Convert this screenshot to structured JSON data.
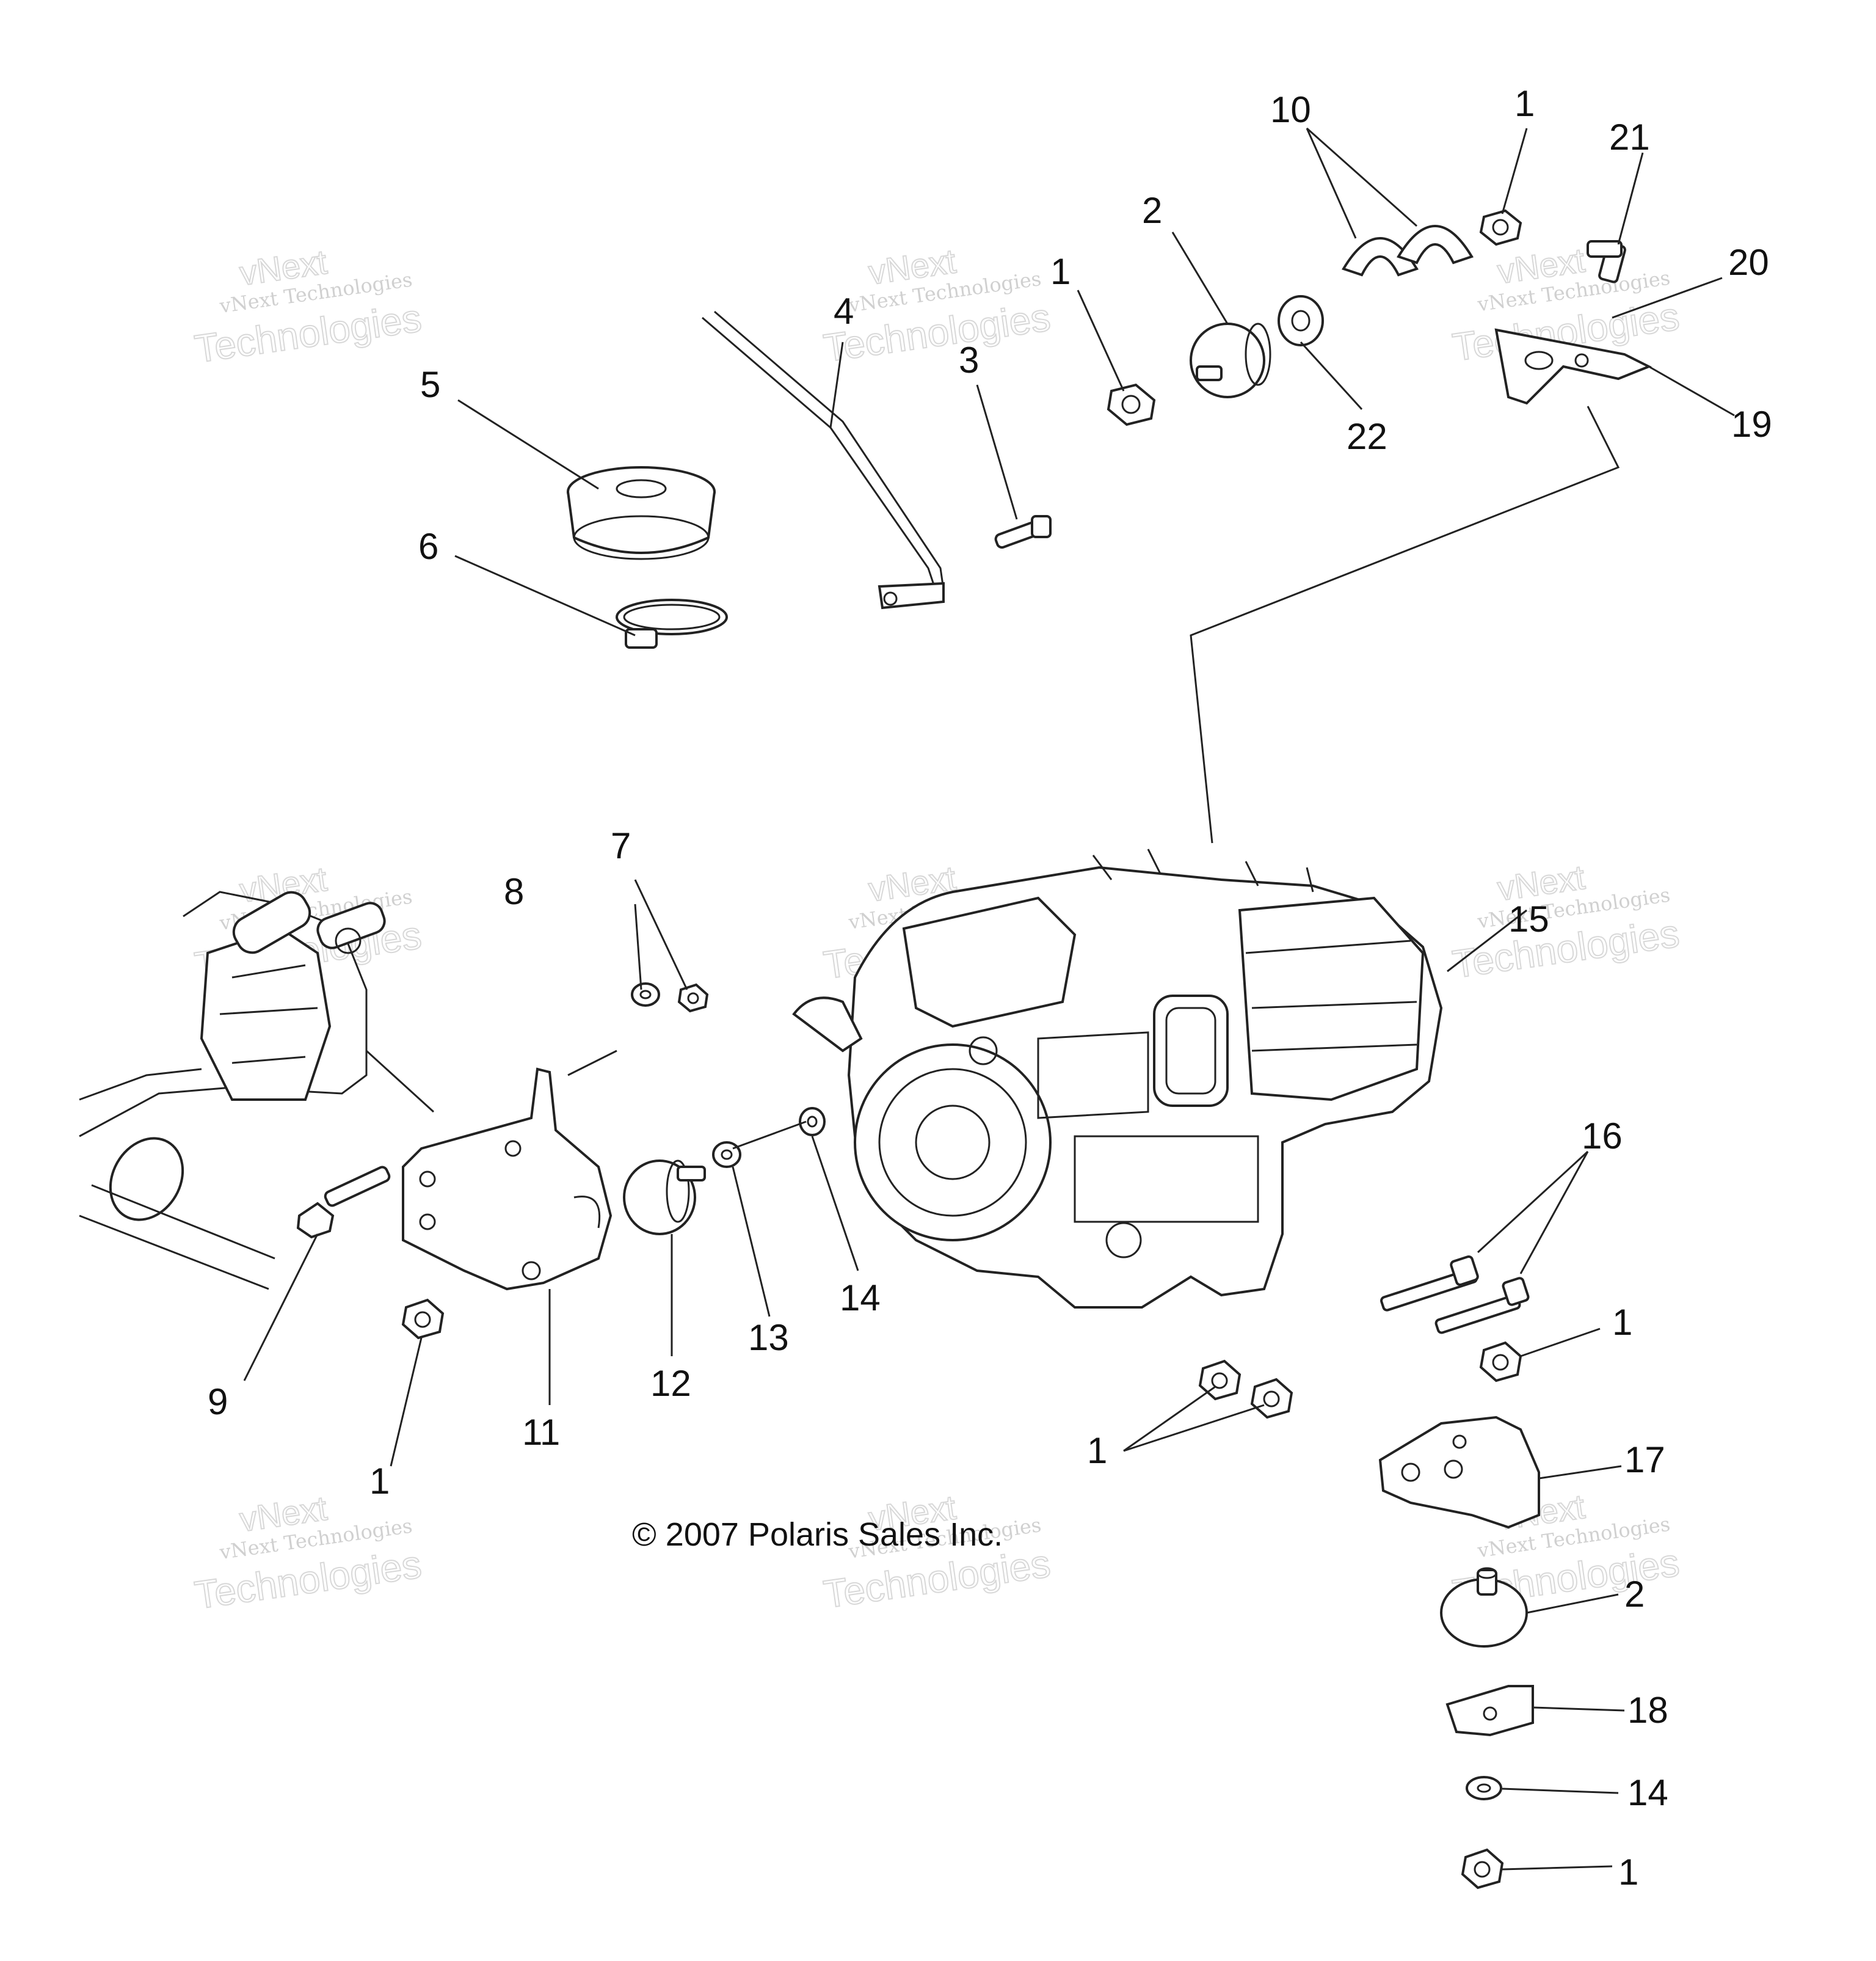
{
  "copyright": "© 2007 Polaris Sales Inc.",
  "watermark": {
    "line1": "vNext",
    "line2": "vNext Technologies",
    "line3": "Technologies"
  },
  "callouts": {
    "c1a": "1",
    "c1b": "1",
    "c1c": "1",
    "c1d": "1",
    "c1e": "1",
    "c1f": "1",
    "c2a": "2",
    "c2b": "2",
    "c3": "3",
    "c4": "4",
    "c5": "5",
    "c6": "6",
    "c7": "7",
    "c8": "8",
    "c9": "9",
    "c10": "10",
    "c11": "11",
    "c12": "12",
    "c13": "13",
    "c14a": "14",
    "c14b": "14",
    "c15": "15",
    "c16": "16",
    "c17": "17",
    "c18": "18",
    "c19": "19",
    "c20": "20",
    "c21": "21",
    "c22": "22"
  }
}
